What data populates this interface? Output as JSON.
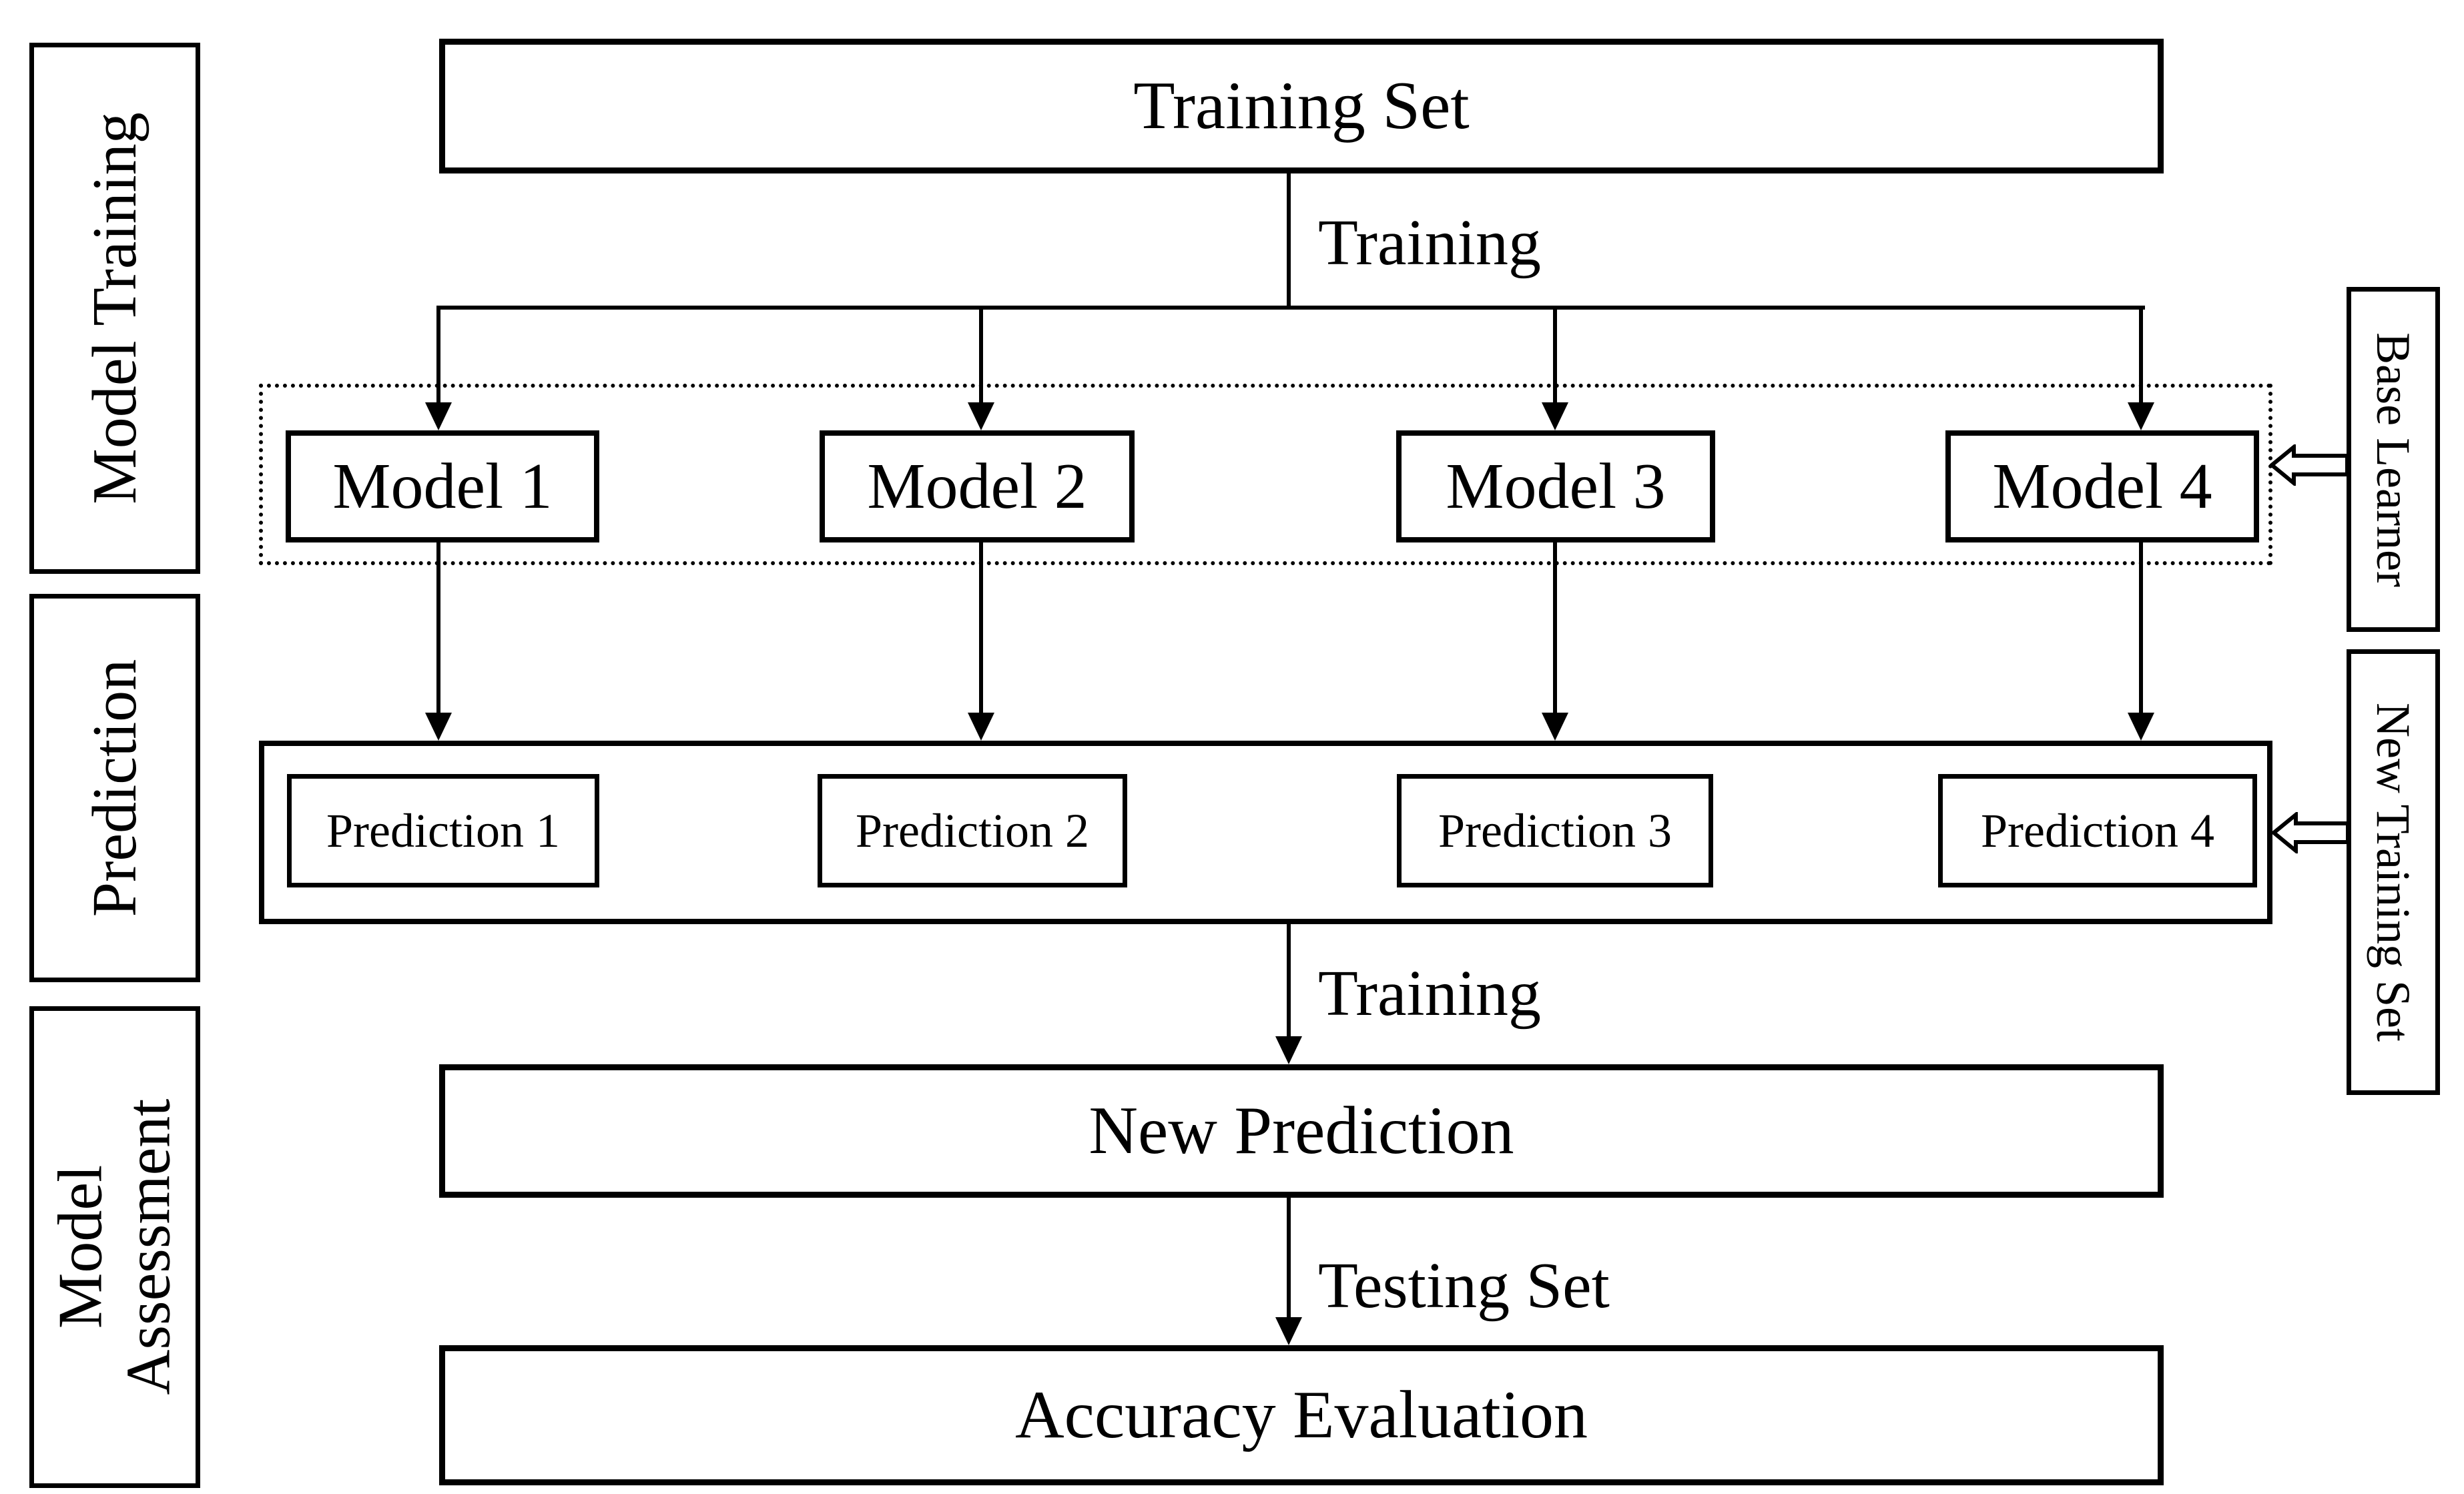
{
  "canvas": {
    "background": "#ffffff",
    "ink": "#000000"
  },
  "sidebar": {
    "sections": [
      {
        "label": "Model Training"
      },
      {
        "label": "Prediction"
      },
      {
        "label": "Model Assessment"
      }
    ]
  },
  "flow": {
    "training_set_label": "Training Set",
    "training_edge_label": "Training",
    "models": [
      {
        "label": "Model 1"
      },
      {
        "label": "Model 2"
      },
      {
        "label": "Model 3"
      },
      {
        "label": "Model 4"
      }
    ],
    "predictions": [
      {
        "label": "Prediction 1"
      },
      {
        "label": "Prediction 2"
      },
      {
        "label": "Prediction 3"
      },
      {
        "label": "Prediction 4"
      }
    ],
    "meta_training_edge_label": "Training",
    "new_prediction_label": "New Prediction",
    "testing_edge_label": "Testing Set",
    "accuracy_evaluation_label": "Accuracy Evaluation"
  },
  "callouts": {
    "base_learner_label": "Base Learner",
    "new_training_set_label": "New Training Set"
  }
}
